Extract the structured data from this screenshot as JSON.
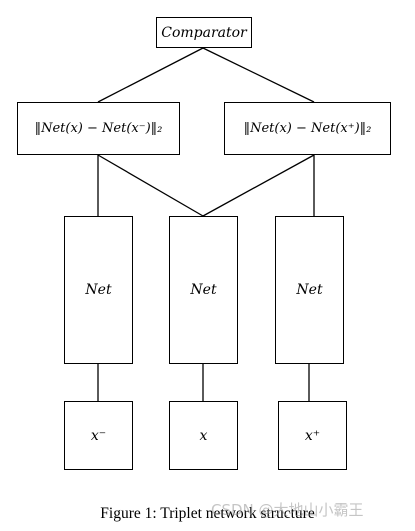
{
  "comparator": {
    "label": "Comparator"
  },
  "distance_left": {
    "label": "‖Net(x) − Net(x⁻)‖₂"
  },
  "distance_right": {
    "label": "‖Net(x) − Net(x⁺)‖₂"
  },
  "nets": [
    {
      "label": "Net"
    },
    {
      "label": "Net"
    },
    {
      "label": "Net"
    }
  ],
  "inputs": [
    {
      "label": "x⁻"
    },
    {
      "label": "x"
    },
    {
      "label": "x⁺"
    }
  ],
  "caption": "Figure 1: Triplet network structure",
  "watermark": "CSDN @大地山小霸王"
}
